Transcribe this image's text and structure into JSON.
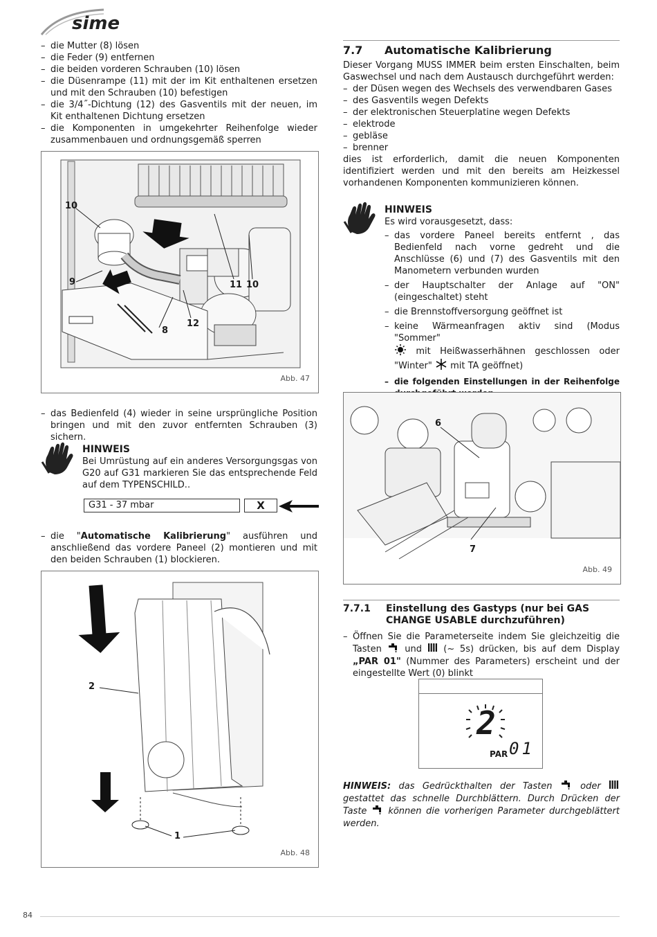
{
  "brand": {
    "logo_text": "sime"
  },
  "left": {
    "steps_top": [
      "die Mutter (8) lösen",
      "die Feder (9) entfernen",
      "die beiden vorderen Schrauben (10) lösen",
      "die Düsenrampe (11) mit der im Kit enthaltenen ersetzen und mit den Schrauben (10) befestigen",
      "die 3/4˝-Dichtung (12) des Gasventils mit der neuen, im Kit enthaltenen Dichtung ersetzen",
      "die Komponenten in umgekehrter Reihenfolge wieder zusammenbauen und ordnungsgemäß sperren"
    ],
    "fig47": {
      "caption": "Abb. 47",
      "callouts": [
        "10",
        "9",
        "11",
        "10",
        "12",
        "8"
      ]
    },
    "step_panel": "das Bedienfeld (4) wieder in seine ursprüngliche Position bringen und mit den zuvor entfernten Schrauben (3) sichern.",
    "hinweis": {
      "title": "HINWEIS",
      "text": "Bei Umrüstung auf ein anderes Versorgungsgas von G20 auf G31 markieren Sie das entsprechende Feld auf dem TYPENSCHILD..",
      "field_label": "G31 - 37 mbar",
      "field_mark": "X"
    },
    "step_calib": {
      "prefix": "die \"",
      "bold": "Automatische Kalibrierung",
      "suffix": "\" ausführen und anschließend das vordere Paneel (2) montieren und mit den beiden Schrauben (1) blockieren."
    },
    "fig48": {
      "caption": "Abb. 48",
      "callouts": [
        "2",
        "1"
      ]
    }
  },
  "right": {
    "section": {
      "num": "7.7",
      "title": "Automatische Kalibrierung"
    },
    "intro": "Dieser Vorgang MUSS IMMER beim ersten Einschalten, beim Gaswechsel und nach dem Austausch durchgeführt werden:",
    "reasons": [
      "der Düsen wegen des Wechsels des verwendbaren Gases",
      "des Gasventils wegen Defekts",
      "der elektronischen Steuerplatine wegen Defekts",
      "elektrode",
      "gebläse",
      "brenner"
    ],
    "after": "dies ist erforderlich, damit die neuen Komponenten identifiziert werden und mit den bereits am Heizkessel vorhandenen Komponenten kommunizieren können.",
    "hinweis": {
      "title": "HINWEIS",
      "lead": "Es wird vorausgesetzt, dass:",
      "items": [
        "das vordere Paneel bereits entfernt , das Bedienfeld nach vorne gedreht und die Anschlüsse (6) und (7) des Gasventils mit den Manometern verbunden wurden",
        "der Hauptschalter der Anlage auf \"ON\" (eingeschaltet) steht",
        "die Brennstoffversorgung geöffnet ist"
      ],
      "item_summer_a": "keine Wärmeanfragen aktiv sind (Modus \"Sommer\"",
      "item_summer_b": "mit Heißwasserhähnen geschlossen oder \"Winter\"",
      "item_summer_c": "mit TA geöffnet)",
      "item_last": "die folgenden Einstellungen in der Reihenfolge durchgeführt werden."
    },
    "fig49": {
      "caption": "Abb. 49",
      "callouts": [
        "6",
        "7"
      ]
    },
    "subsection": {
      "num": "7.7.1",
      "title": "Einstellung des Gastyps (nur bei GAS CHANGE USABLE durchzuführen)"
    },
    "step_param": {
      "a": "Öffnen Sie die Parameterseite indem Sie gleichzeitig die Tasten",
      "b": "und",
      "c": "(~ 5s) drücken, bis auf dem Display",
      "par": "„PAR 01\"",
      "d": "(Nummer des Parameters) erscheint und der eingestellte Wert (0) blinkt"
    },
    "lcd": {
      "digit": "2",
      "label": "PAR",
      "value": "01"
    },
    "note": {
      "label": "HINWEIS:",
      "a": "das Gedrückthalten der Tasten",
      "b": "oder",
      "c": "gestattet das schnelle Durchblättern. Durch Drücken der Taste",
      "d": "können die vorherigen Parameter durchgeblättert werden."
    }
  },
  "footer": {
    "page": "84"
  }
}
